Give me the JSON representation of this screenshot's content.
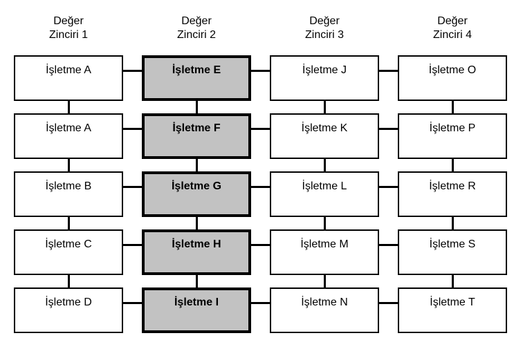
{
  "diagram": {
    "title_meaning": "Value chain network diagram",
    "columns": [
      {
        "header": "Değer\nZinciri 1",
        "highlighted": false,
        "boxes": [
          "İşletme A",
          "İşletme A",
          "İşletme B",
          "İşletme C",
          "İşletme D"
        ]
      },
      {
        "header": "Değer\nZinciri 2",
        "highlighted": true,
        "boxes": [
          "İşletme E",
          "İşletme F",
          "İşletme G",
          "İşletme H",
          "İşletme I"
        ]
      },
      {
        "header": "Değer\nZinciri 3",
        "highlighted": false,
        "boxes": [
          "İşletme J",
          "İşletme K",
          "İşletme L",
          "İşletme M",
          "İşletme N"
        ]
      },
      {
        "header": "Değer\nZinciri 4",
        "highlighted": false,
        "boxes": [
          "İşletme O",
          "İşletme P",
          "İşletme R",
          "İşletme S",
          "İşletme T"
        ]
      }
    ],
    "colors": {
      "background": "#ffffff",
      "box_fill": "#ffffff",
      "highlight_fill": "#c2c2c2",
      "line": "#000000"
    }
  }
}
